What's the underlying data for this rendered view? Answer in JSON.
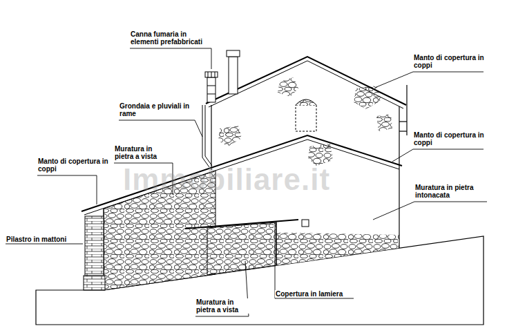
{
  "diagram": {
    "labels": [
      "Canna fumaria in elementi prefabbricati",
      "Manto di copertura in coppi",
      "Grondaia e pluviali in rame",
      "Manto di copertura in coppi",
      "Muratura in pietra a vista",
      "Manto di copertura in coppi",
      "Immobiliare.it",
      "Muratura in pietra intonacata",
      "Pilastro in mattoni",
      "Copertura in lamiera",
      "Muratura in pietra a vista"
    ]
  }
}
